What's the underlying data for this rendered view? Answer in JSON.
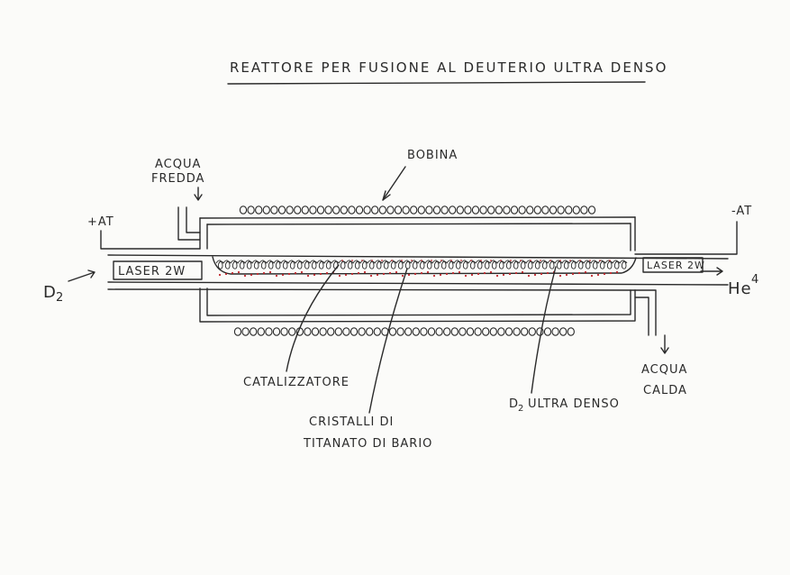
{
  "title": "REATTORE PER FUSIONE AL DEUTERIO ULTRA DENSO",
  "labels": {
    "bobina": "BOBINA",
    "acqua_fredda_1": "ACQUA",
    "acqua_fredda_2": "FREDDA",
    "plus_at": "+AT",
    "minus_at": "-AT",
    "d2_inlet_main": "D",
    "d2_inlet_sub": "2",
    "laser_left": "LASER 2W",
    "laser_right": "LASER 2W",
    "he4_main": "He",
    "he4_sup": "4",
    "acqua_calda_1": "ACQUA",
    "acqua_calda_2": "CALDA",
    "catalizzatore": "CATALIZZATORE",
    "cristalli_1": "CRISTALLI DI",
    "cristalli_2": "TITANATO DI BARIO",
    "d2_ultra_main": "D",
    "d2_ultra_sub": "2",
    "d2_ultra_rest": "ULTRA DENSO"
  },
  "colors": {
    "ink": "#2a2a2a",
    "red_dots": "#c0272d",
    "paper": "#fbfbf9"
  }
}
